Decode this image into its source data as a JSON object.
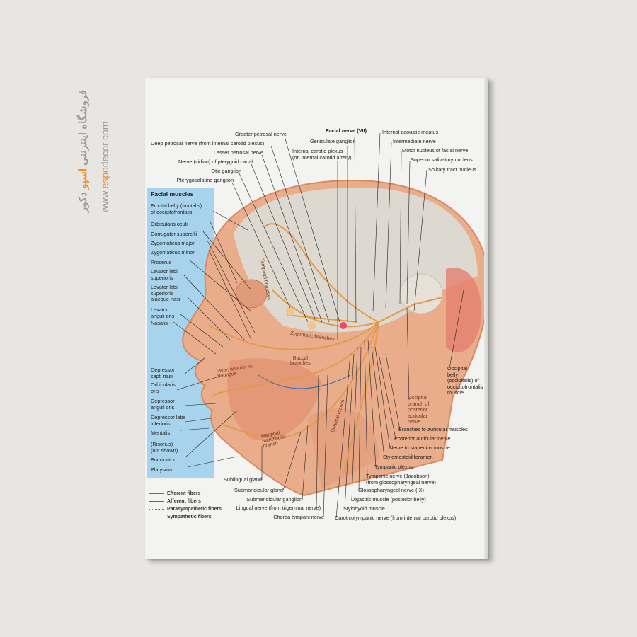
{
  "watermark": {
    "persian_pre": "فروشگاه اینترنتی ",
    "persian_brand": "اسپو",
    "persian_post": " دکور",
    "url_pre": "www.",
    "url_brand": "espo",
    "url_post": "decor.com"
  },
  "top_labels": {
    "greater_petrosal": "Greater petrosal nerve",
    "deep_petrosal": "Deep petrosal nerve (from internal carotid plexus)",
    "lesser_petrosal": "Lesser petrosal nerve",
    "vidian": "Nerve (vidian) of pterygoid canal",
    "otic": "Otic ganglion",
    "pterygopalatine": "Pterygopalatine ganglion",
    "facial_nerve": "Facial nerve (VII)",
    "geniculate": "Geniculate ganglion",
    "carotid_plexus_1": "Internal carotid plexus",
    "carotid_plexus_2": "(on internal carotid artery)",
    "acoustic": "Internal acoustic meatus",
    "intermediate": "Intermediate nerve",
    "motor_nucleus": "Motor nucleus of facial nerve",
    "salivatory": "Superior salivatory nucleus",
    "solitary": "Solitary tract nucleus"
  },
  "facial_muscles": {
    "title": "Facial muscles",
    "items": [
      "Frontal belly (frontalis)\nof occipitofrontalis",
      "Orbicularis oculi",
      "Corrugator supercilii",
      "Zygomaticus major",
      "Zygomaticus minor",
      "Procerus",
      "Levator labii\nsuperioris",
      "Levator labii\nsuperioris\nalaeque nasi",
      "Levator\nanguli oris",
      "Nasalis",
      "Depressor\nsepti nasi",
      "Orbicularis\noris",
      "Depressor\nanguli oris",
      "Depressor labii\ninferioris",
      "Mentalis",
      "(Risorius)\n(not shown)",
      "Buccinator",
      "Platysma"
    ]
  },
  "legend": [
    {
      "label": "Efferent fibers",
      "color": "#d9423a",
      "style": "solid"
    },
    {
      "label": "Afferent fibers",
      "color": "#2f6fb3",
      "style": "solid"
    },
    {
      "label": "Parasympathetic fibers",
      "color": "#d9423a",
      "style": "dotted"
    },
    {
      "label": "Sympathetic fibers",
      "color": "#d9423a",
      "style": "dashed"
    }
  ],
  "right_labels": {
    "occipital_belly": "Occipital\nbelly\n(occipitalis) of\noccipitofrontalis\nmuscle",
    "occipital_branch": "Occipital\nbranch of\nposterior\nauricular\nnerve",
    "auricular_branches": "Branches to auricular muscles",
    "posterior_auricular": "Posterior auricular nerve",
    "stapedius": "Nerve to stapedius muscle",
    "stylomastoid": "Stylomastoid foramen",
    "tympanic_plexus": "Tympanic plexus",
    "tympanic_nerve": "Tympanic nerve (Jacobson)\n(from glossopharyngeal nerve)",
    "glossopharyngeal": "Glossopharyngeal nerve (IX)",
    "digastric": "Digastric muscle (posterior belly)",
    "stylohyoid": "Stylohyoid muscle",
    "caroticotympanic": "Caroticotympanic nerve (from internal carotid plexus)"
  },
  "bottom_labels": {
    "sublingual": "Sublingual gland",
    "submandibular_gland": "Submandibular gland",
    "submandibular_ganglion": "Submandibular ganglion",
    "lingual": "Lingual nerve (from trigeminal nerve)",
    "chorda": "Chorda tympani nerve"
  },
  "inner_labels": {
    "temporal": "Temporal branches",
    "zygomatic": "Zygomatic branches",
    "buccal": "Buccal\nbranches",
    "taste": "Taste: anterior ⅔\nof tongue",
    "marginal": "Marginal\nmandibular\nbranch",
    "cervical": "Cervical branch"
  }
}
